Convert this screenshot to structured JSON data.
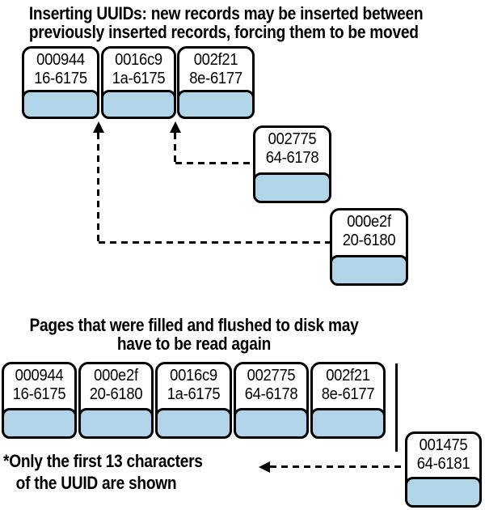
{
  "captions": {
    "top_line1": "Inserting UUIDs: new records may be inserted between",
    "top_line2": "previously inserted records, forcing them to be moved",
    "bottom_line1": "Pages that were filled and flushed to disk may",
    "bottom_line2": "have to be read again"
  },
  "top_row": [
    {
      "line1": "000944",
      "line2": "16-6175"
    },
    {
      "line1": "0016c9",
      "line2": "1a-6175"
    },
    {
      "line1": "002f21",
      "line2": "8e-6177"
    }
  ],
  "pending_inserts": [
    {
      "line1": "002775",
      "line2": "64-6178"
    },
    {
      "line1": "000e2f",
      "line2": "20-6180"
    }
  ],
  "bottom_row": [
    {
      "line1": "000944",
      "line2": "16-6175"
    },
    {
      "line1": "000e2f",
      "line2": "20-6180"
    },
    {
      "line1": "0016c9",
      "line2": "1a-6175"
    },
    {
      "line1": "002775",
      "line2": "64-6178"
    },
    {
      "line1": "002f21",
      "line2": "8e-6177"
    }
  ],
  "incoming": {
    "line1": "001475",
    "line2": "64-6181"
  },
  "footnote": {
    "line1": "*Only the first 13 characters",
    "line2": "of the UUID are shown"
  },
  "colors": {
    "page_fill": "#b2d4e8",
    "stroke": "#000000",
    "background": "#ffffff"
  }
}
